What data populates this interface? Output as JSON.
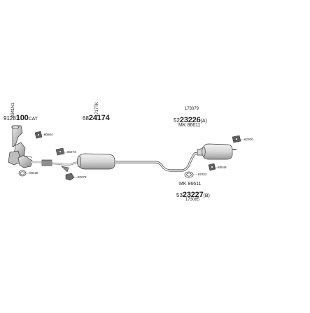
{
  "parts": {
    "cat_top": "0341N1",
    "cat_code_prefix": "9128",
    "cat_code_main": "100",
    "cat_code_suffix": "CAT",
    "front_top": "1717TK",
    "front_code_prefix": "68",
    "front_code_main": "24174",
    "rear_top": "173079",
    "rear_code_prefix": "52",
    "rear_code_main": "23226",
    "rear_code_suffix": "(A)",
    "rear_mk": "MK 86611",
    "lower_mk": "MK 86611",
    "lower_code_prefix": "53",
    "lower_code_main": "23227",
    "lower_code_suffix": "(B)",
    "lower_bottom": "173085"
  },
  "small_parts": {
    "p80804": "80804",
    "p80273a": "80273",
    "p80273b": "80273",
    "p08438": "08438",
    "p82300": "82300",
    "p82322": "82322",
    "p88549": "88549"
  },
  "colors": {
    "stroke": "#3a3a3a",
    "fill_light": "#e8e8e8",
    "fill_mid": "#c9c9c9",
    "fill_dark": "#7a7a7a"
  }
}
